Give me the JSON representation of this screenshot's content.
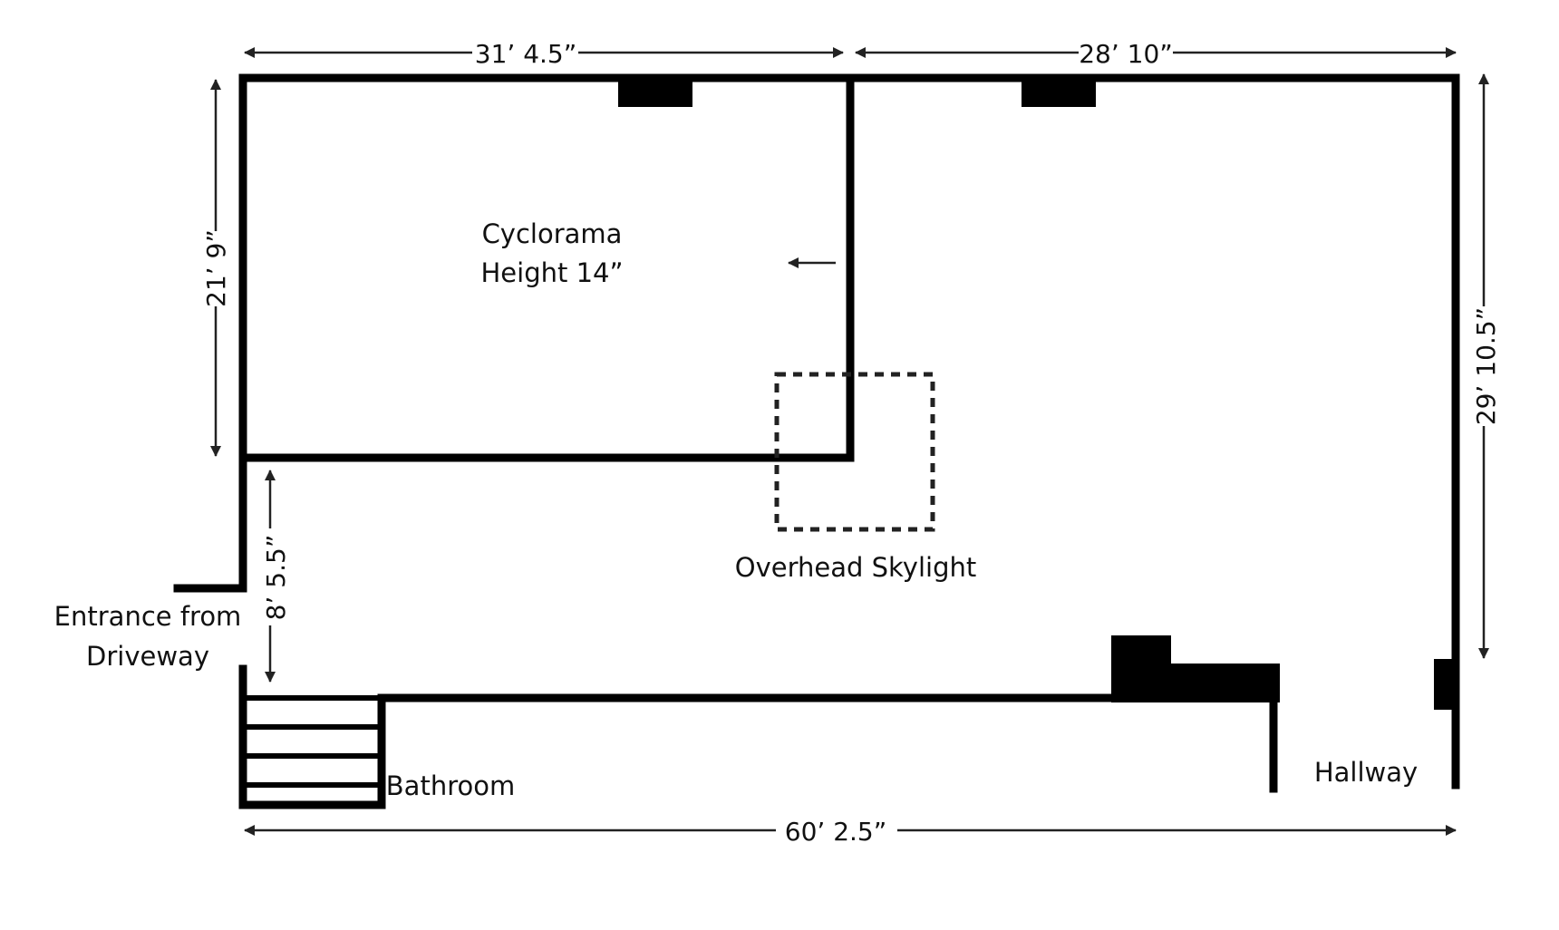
{
  "floor_plan": {
    "dimensions": {
      "top_left_width": "31’ 4.5”",
      "top_right_width": "28’ 10”",
      "left_cyc_height": "21’ 9”",
      "left_lower_height": "8’ 5.5”",
      "right_height": "29’ 10.5”",
      "bottom_total_width": "60’ 2.5”"
    },
    "labels": {
      "cyclorama_line1": "Cyclorama",
      "cyclorama_line2": "Height 14”",
      "skylight": "Overhead Skylight",
      "entrance_line1": "Entrance from",
      "entrance_line2": "Driveway",
      "bathroom": "Bathroom",
      "hallway": "Hallway"
    },
    "colors": {
      "wall": "#000000",
      "dimension_line": "#222222",
      "skylight_outline": "#222222"
    },
    "icons": {
      "cyclorama_direction": "arrow-left-icon"
    }
  }
}
